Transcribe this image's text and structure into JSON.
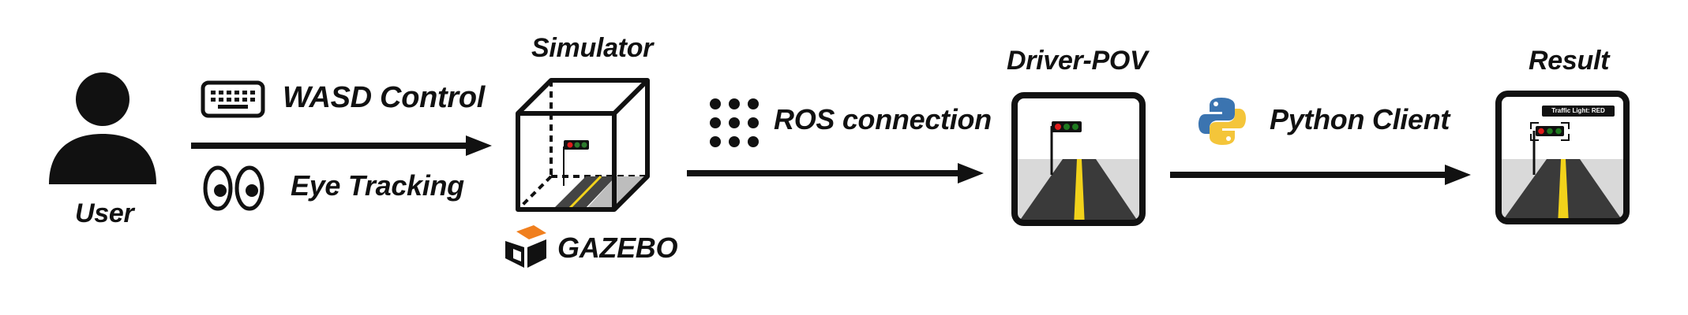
{
  "nodes": {
    "user": {
      "label": "User"
    },
    "simulator": {
      "label": "Simulator",
      "engine_label": "GAZEBO"
    },
    "driver_pov": {
      "label": "Driver-POV"
    },
    "result": {
      "label": "Result",
      "overlay_text": "Traffic Light: RED"
    }
  },
  "edges": {
    "user_to_simulator": {
      "inputs": [
        "WASD Control",
        "Eye Tracking"
      ]
    },
    "simulator_to_pov": {
      "label": "ROS connection"
    },
    "pov_to_result": {
      "label": "Python Client"
    }
  },
  "icons": {
    "user": "person-icon",
    "wasd": "keyboard-icon",
    "eye": "eyes-icon",
    "simulator": "cube-icon",
    "gazebo": "gazebo-logo",
    "ros": "ros-dots-icon",
    "python": "python-logo"
  },
  "colors": {
    "road": "#3a3a3a",
    "lane_line": "#f2d21b",
    "ground": "#d9d9d9",
    "light_red": "#e01b1b",
    "light_green": "#1f7a1f",
    "gazebo_orange": "#f07f1e",
    "python_blue": "#3b74b0",
    "python_yellow": "#f4c53a"
  }
}
